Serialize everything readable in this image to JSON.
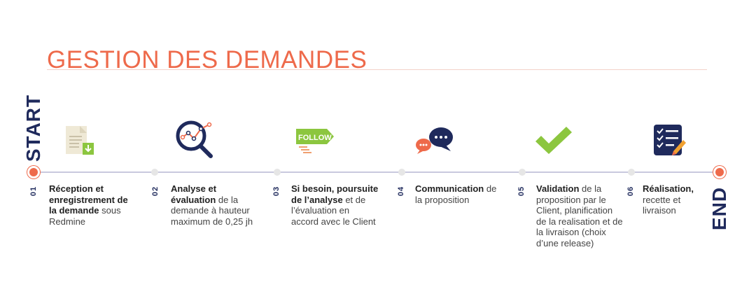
{
  "title": "GESTION DES DEMANDES",
  "start_label": "START",
  "end_label": "END",
  "colors": {
    "accent": "#ee6a4b",
    "navy": "#1f2a5c",
    "green": "#8cc63f"
  },
  "steps": [
    {
      "num": "01",
      "bold": "Réception et enregistrement de la demande",
      "rest": " sous Redmine",
      "icon": "document-download-icon"
    },
    {
      "num": "02",
      "bold": "Analyse et évaluation",
      "rest": " de la demande à hauteur maximum de 0,25 jh",
      "icon": "magnifier-chart-icon"
    },
    {
      "num": "03",
      "bold": "Si besoin, poursuite de l’analyse",
      "rest": " et de l’évaluation en accord avec le Client",
      "icon": "follow-sign-icon"
    },
    {
      "num": "04",
      "bold": "Communication",
      "rest": " de la proposition",
      "icon": "chat-bubbles-icon"
    },
    {
      "num": "05",
      "bold": "Validation",
      "rest": " de la proposition par le Client, planification de la realisation et de la livraison (choix d’une release)",
      "icon": "checkmark-icon"
    },
    {
      "num": "06",
      "bold": "Réalisation,",
      "rest": " recette et livraison",
      "icon": "checklist-icon"
    }
  ],
  "icon_texts": {
    "follow": "FOLLOW"
  }
}
